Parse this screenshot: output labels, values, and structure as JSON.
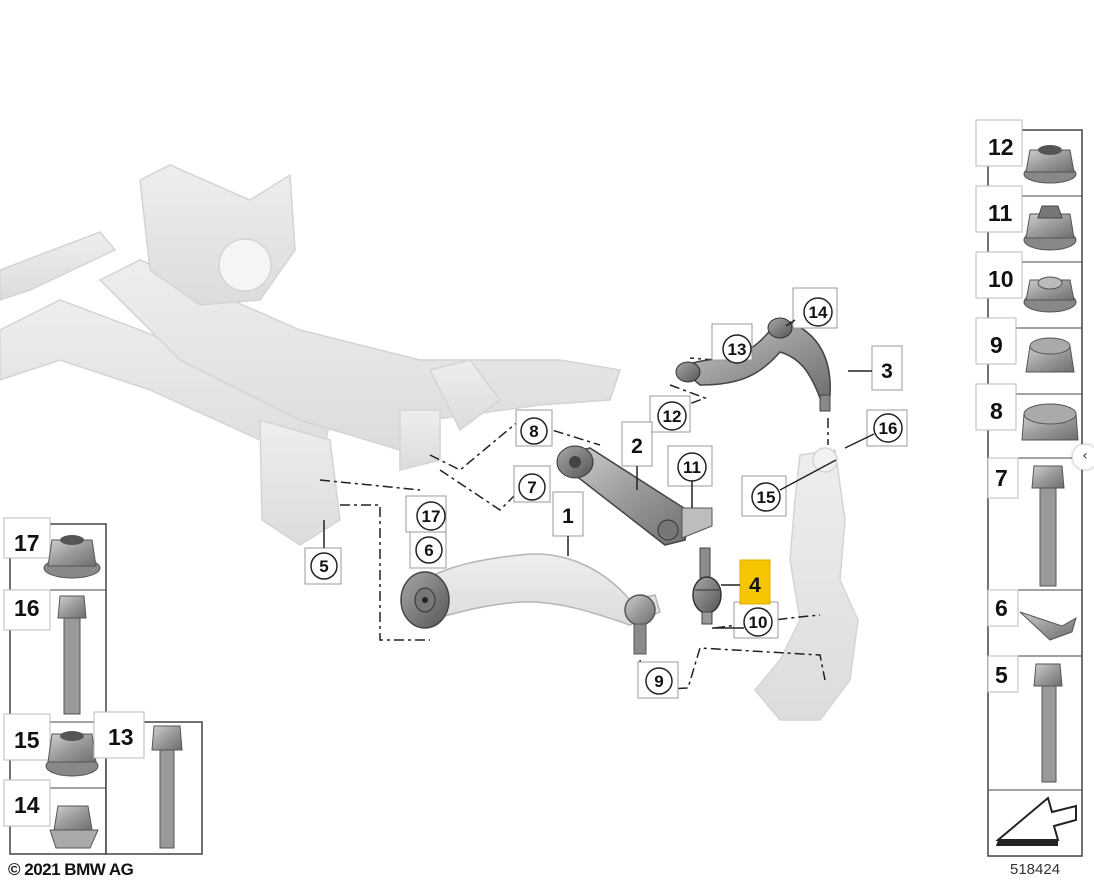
{
  "footer": {
    "copyright": "© 2021 BMW AG",
    "diagram_id": "518424"
  },
  "highlighted_part": "4",
  "colors": {
    "highlight": "#F6C600",
    "frame_ghost": "#e6e6e6",
    "part_gray": "#9a9a9a"
  },
  "callouts": {
    "c1": "1",
    "c2": "2",
    "c3": "3",
    "c4": "4",
    "c5": "5",
    "c6": "6",
    "c7": "7",
    "c8": "8",
    "c9": "9",
    "c10": "10",
    "c11": "11",
    "c12": "12",
    "c13": "13",
    "c14": "14",
    "c15": "15",
    "c16": "16",
    "c17": "17"
  },
  "parts_panel_right": [
    "12",
    "11",
    "10",
    "9",
    "8",
    "7",
    "6",
    "5"
  ],
  "parts_panel_left": [
    "17",
    "16",
    "15",
    "13",
    "14"
  ],
  "side_toggle_icon": "chevron-left-icon",
  "side_toggle_glyph": "‹"
}
